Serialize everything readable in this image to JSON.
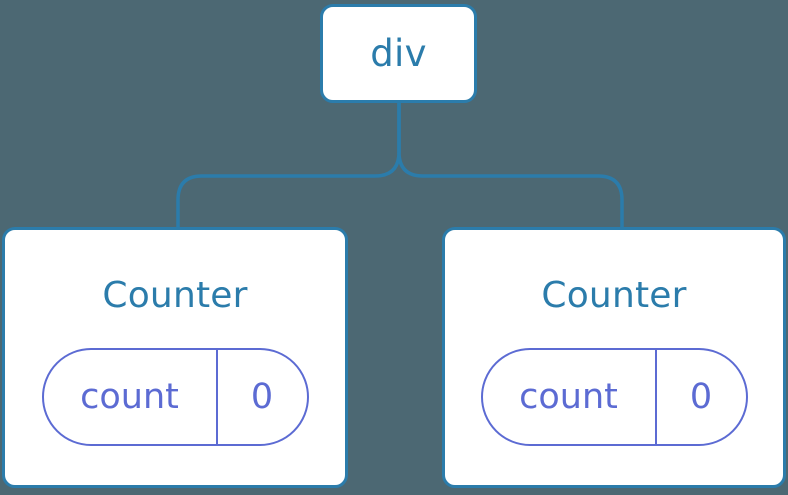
{
  "diagram": {
    "type": "component-tree",
    "background_color": "#4c6873",
    "node_stroke_color": "#2b7cab",
    "node_fill_color": "#ffffff",
    "connector_color": "#2b7cab",
    "state_pill_color": "#5c6bd3",
    "root": {
      "label": "div"
    },
    "children": [
      {
        "title": "Counter",
        "state": {
          "key": "count",
          "value": "0"
        }
      },
      {
        "title": "Counter",
        "state": {
          "key": "count",
          "value": "0"
        }
      }
    ]
  }
}
